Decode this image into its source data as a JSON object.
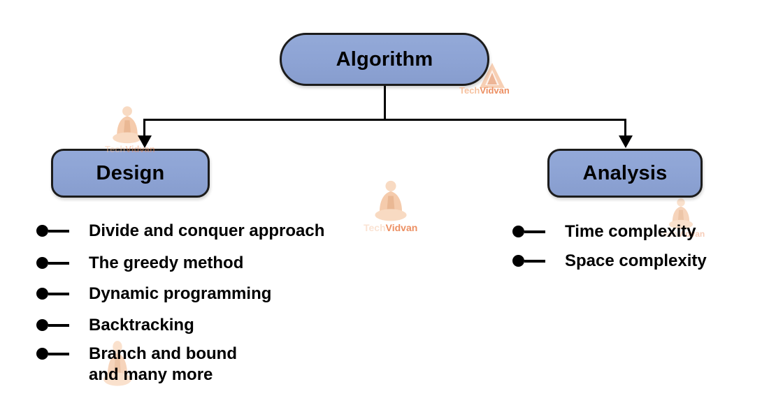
{
  "diagram": {
    "root": {
      "label": "Algorithm"
    },
    "design": {
      "label": "Design",
      "items": [
        {
          "line1": "Divide and conquer approach",
          "line2": ""
        },
        {
          "line1": "The greedy method",
          "line2": ""
        },
        {
          "line1": "Dynamic programming",
          "line2": ""
        },
        {
          "line1": "Backtracking",
          "line2": ""
        },
        {
          "line1": "Branch and bound",
          "line2": "and many more"
        }
      ]
    },
    "analysis": {
      "label": "Analysis",
      "items": [
        {
          "line1": "Time complexity",
          "line2": ""
        },
        {
          "line1": "Space complexity",
          "line2": ""
        }
      ]
    },
    "colors": {
      "node_fill": "#8da3d4",
      "node_border": "#1c1c1c",
      "connector": "#000000",
      "text": "#000000",
      "watermark_light_orange": "#f6c2a0",
      "watermark_orange": "#ec8f62"
    },
    "watermark": {
      "tech": "Tech",
      "vidvan": "Vidvan"
    }
  }
}
